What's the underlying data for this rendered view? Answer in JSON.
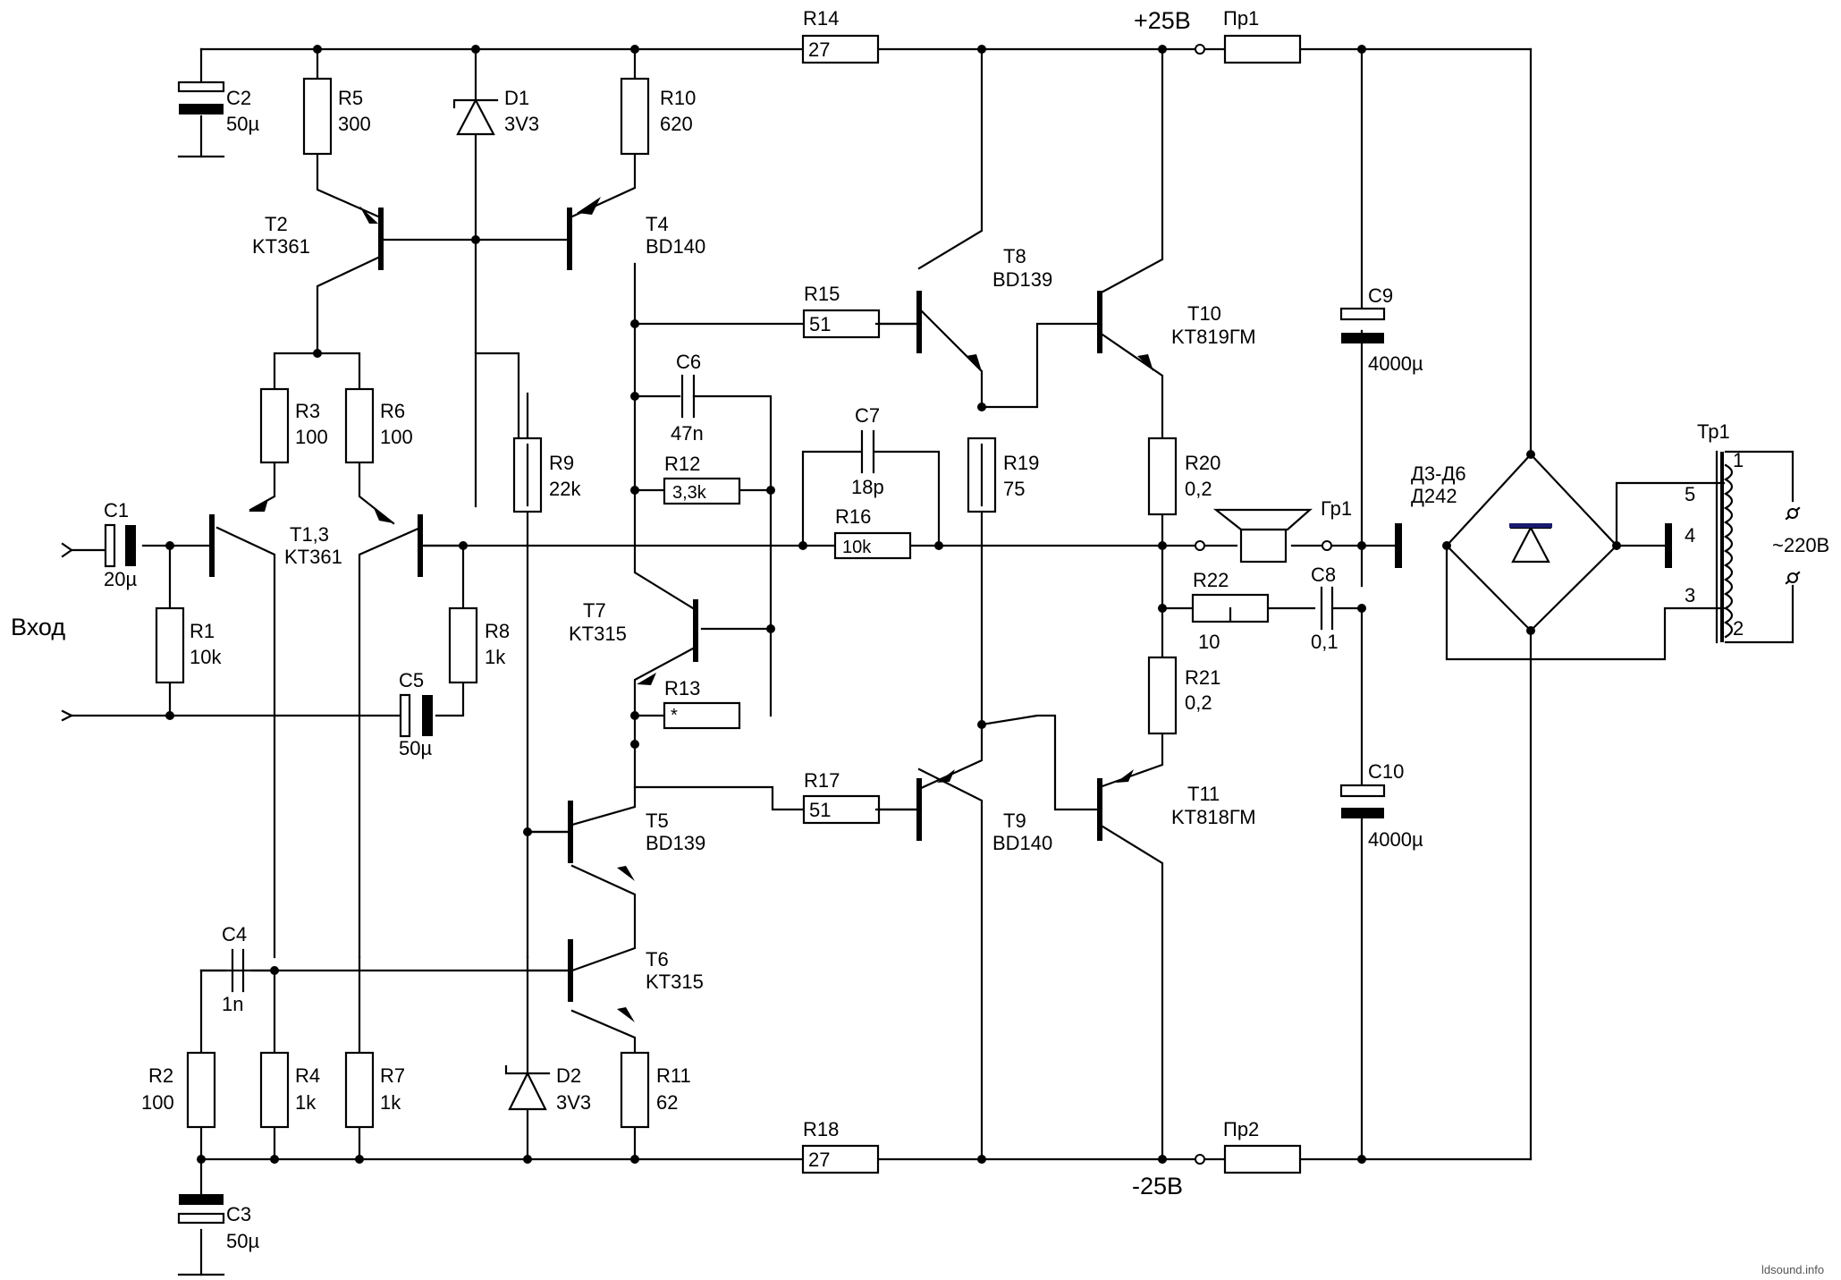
{
  "power": {
    "pos": "+25В",
    "neg": "-25В",
    "mains": "~220В"
  },
  "input": {
    "label": "Вход"
  },
  "credit": "ldsound.info",
  "components": {
    "C1": {
      "ref": "C1",
      "val": "20µ"
    },
    "C2": {
      "ref": "C2",
      "val": "50µ"
    },
    "C3": {
      "ref": "C3",
      "val": "50µ"
    },
    "C4": {
      "ref": "C4",
      "val": "1n"
    },
    "C5": {
      "ref": "C5",
      "val": "50µ"
    },
    "C6": {
      "ref": "C6",
      "val": "47n"
    },
    "C7": {
      "ref": "C7",
      "val": "18p"
    },
    "C8": {
      "ref": "C8",
      "val": "0,1"
    },
    "C9": {
      "ref": "C9",
      "val": "4000µ"
    },
    "C10": {
      "ref": "C10",
      "val": "4000µ"
    },
    "R1": {
      "ref": "R1",
      "val": "10k"
    },
    "R2": {
      "ref": "R2",
      "val": "100"
    },
    "R3": {
      "ref": "R3",
      "val": "100"
    },
    "R4": {
      "ref": "R4",
      "val": "1k"
    },
    "R5": {
      "ref": "R5",
      "val": "300"
    },
    "R6": {
      "ref": "R6",
      "val": "100"
    },
    "R7": {
      "ref": "R7",
      "val": "1k"
    },
    "R8": {
      "ref": "R8",
      "val": "1k"
    },
    "R9": {
      "ref": "R9",
      "val": "22k"
    },
    "R10": {
      "ref": "R10",
      "val": "620"
    },
    "R11": {
      "ref": "R11",
      "val": "62"
    },
    "R12": {
      "ref": "R12",
      "val": "3,3k"
    },
    "R13": {
      "ref": "R13",
      "val": "*"
    },
    "R14": {
      "ref": "R14",
      "val": "27"
    },
    "R15": {
      "ref": "R15",
      "val": "51"
    },
    "R16": {
      "ref": "R16",
      "val": "10k"
    },
    "R17": {
      "ref": "R17",
      "val": "51"
    },
    "R18": {
      "ref": "R18",
      "val": "27"
    },
    "R19": {
      "ref": "R19",
      "val": "75"
    },
    "R20": {
      "ref": "R20",
      "val": "0,2"
    },
    "R21": {
      "ref": "R21",
      "val": "0,2"
    },
    "R22": {
      "ref": "R22",
      "val": "10"
    },
    "D1": {
      "ref": "D1",
      "val": "3V3"
    },
    "D2": {
      "ref": "D2",
      "val": "3V3"
    },
    "T13": {
      "ref": "T1,3",
      "val": "KT361"
    },
    "T2": {
      "ref": "T2",
      "val": "KT361"
    },
    "T4": {
      "ref": "T4",
      "val": "BD140"
    },
    "T5": {
      "ref": "T5",
      "val": "BD139"
    },
    "T6": {
      "ref": "T6",
      "val": "KT315"
    },
    "T7": {
      "ref": "T7",
      "val": "KT315"
    },
    "T8": {
      "ref": "T8",
      "val": "BD139"
    },
    "T9": {
      "ref": "T9",
      "val": "BD140"
    },
    "T10": {
      "ref": "T10",
      "val": "KT819ГМ"
    },
    "T11": {
      "ref": "T11",
      "val": "KT818ГМ"
    },
    "Pr1": {
      "ref": "Пр1"
    },
    "Pr2": {
      "ref": "Пр2"
    },
    "Gr1": {
      "ref": "Гр1"
    },
    "Tr1": {
      "ref": "Тр1",
      "pins": [
        "1",
        "2",
        "3",
        "4",
        "5"
      ]
    },
    "Bridge": {
      "ref": "Д3-Д6",
      "val": "Д242"
    }
  }
}
